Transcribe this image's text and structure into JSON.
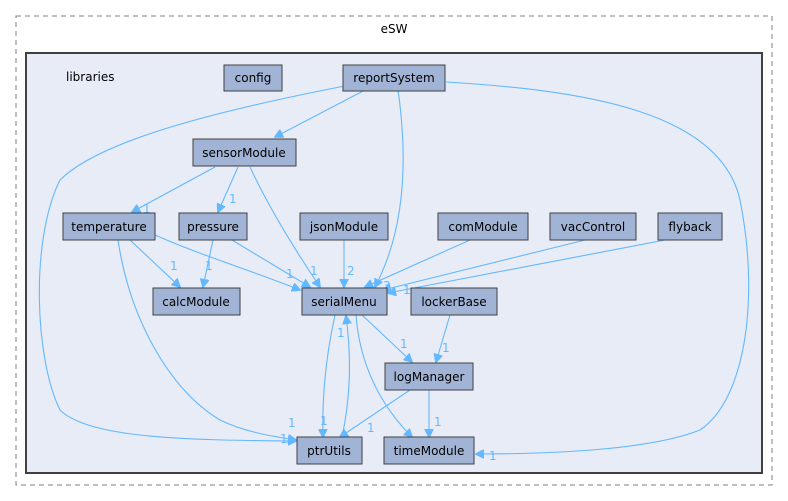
{
  "outer_cluster": {
    "title": "eSW"
  },
  "inner_cluster": {
    "title": "libraries"
  },
  "nodes": {
    "config": "config",
    "reportSystem": "reportSystem",
    "sensorModule": "sensorModule",
    "temperature": "temperature",
    "pressure": "pressure",
    "jsonModule": "jsonModule",
    "comModule": "comModule",
    "vacControl": "vacControl",
    "flyback": "flyback",
    "calcModule": "calcModule",
    "serialMenu": "serialMenu",
    "lockerBase": "lockerBase",
    "logManager": "logManager",
    "ptrUtils": "ptrUtils",
    "timeModule": "timeModule"
  },
  "edge_labels": {
    "sensor_temperature": "1",
    "sensor_pressure": "1",
    "temperature_calc": "1",
    "pressure_calc": "1",
    "to_serial_a": "1",
    "to_serial_b": "1",
    "json_serial": "2",
    "to_serial_c": "3",
    "to_serial_d": "1",
    "serial_logmanager": "1",
    "locker_logmanager": "1",
    "logmanager_ptr": "1",
    "logmanager_time": "1",
    "serial_ptr": "1",
    "ptr_serial": "1",
    "report_ptr": "1",
    "temperature_ptr": "1",
    "report_time": "1"
  },
  "colors": {
    "node_fill": "#a2b4d6",
    "node_border": "#404040",
    "edge": "#63b8ff",
    "inner_cluster_fill": "#e8ecf6",
    "inner_cluster_border": "#404040",
    "outer_cluster_border": "#808080"
  }
}
